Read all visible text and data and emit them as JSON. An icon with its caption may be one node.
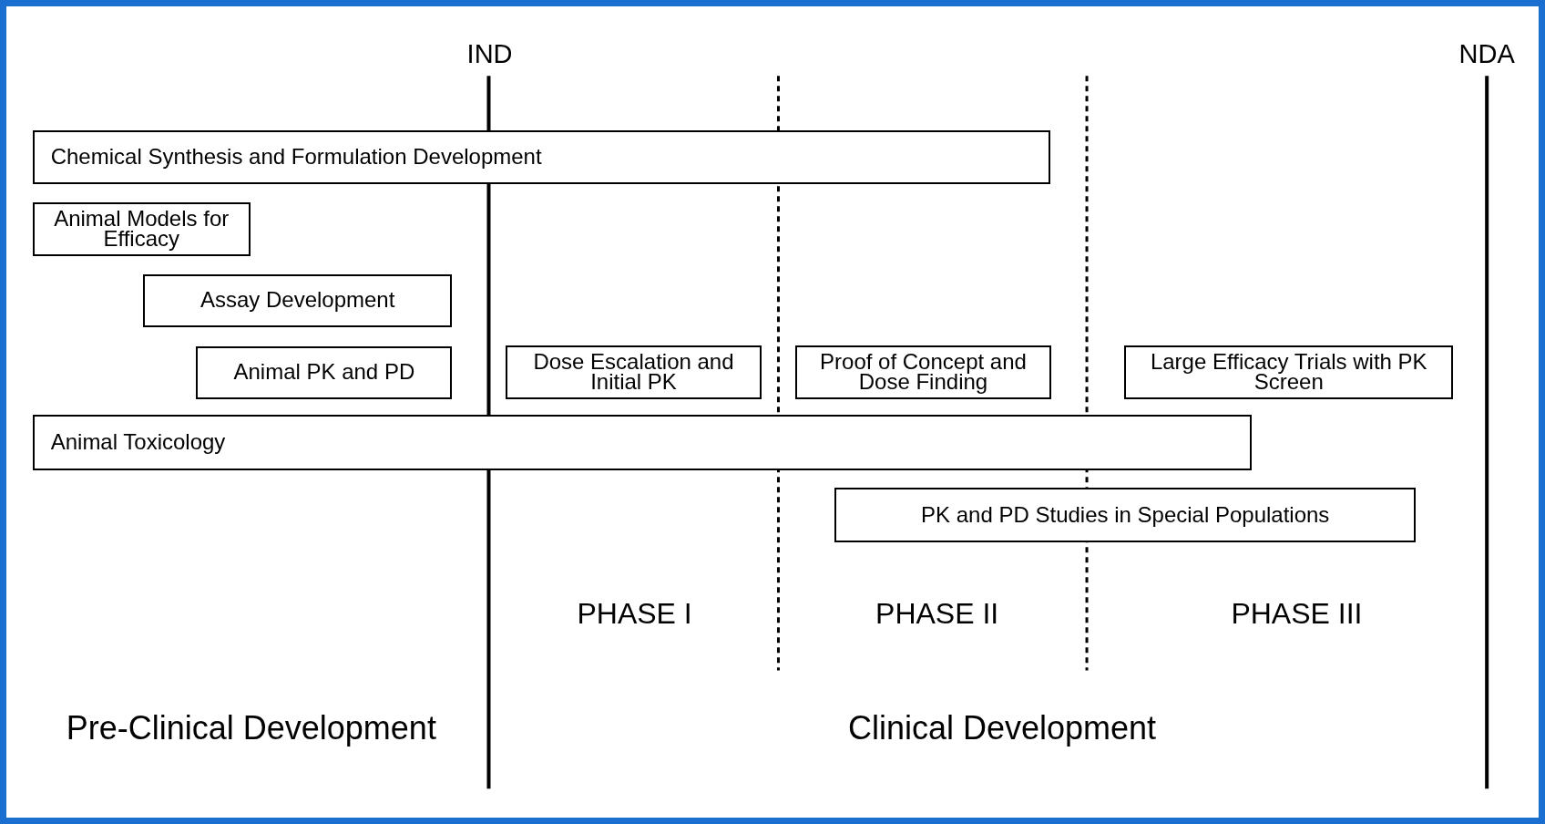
{
  "diagram": {
    "nodes": [
      {
        "text": [
          "Chemical Synthesis and Formulation Development"
        ]
      },
      {
        "text": [
          "Animal Models for Efficacy"
        ]
      },
      {
        "text": [
          "Assay Development"
        ]
      },
      {
        "text": [
          "Animal PK and PD"
        ]
      },
      {
        "text": [
          "Dose Escalation and Initial PK"
        ]
      },
      {
        "text": [
          "Proof of Concept and Dose Finding"
        ]
      },
      {
        "text": [
          "Large Efficacy Trials with PK Screen"
        ]
      },
      {
        "text": [
          "Animal Toxicology"
        ]
      },
      {
        "text": [
          "PK and PD Studies in Special Populations"
        ]
      }
    ],
    "labels": [
      "IND",
      "NDA",
      "PHASE I",
      "PHASE II",
      "PHASE III",
      "Pre-Clinical Development",
      "Clinical Development"
    ]
  }
}
